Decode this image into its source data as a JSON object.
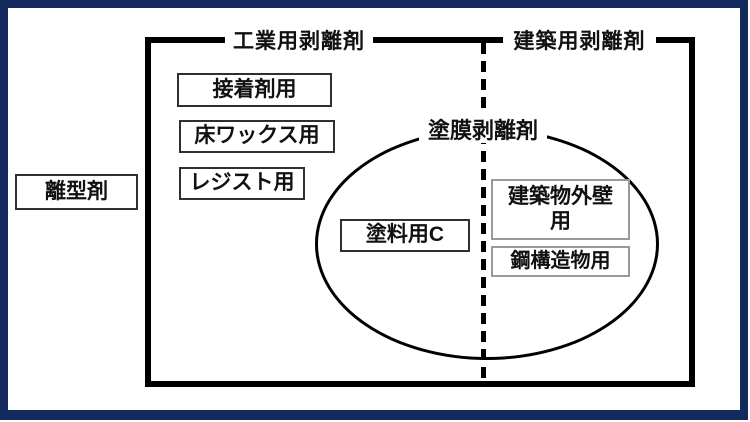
{
  "diagram": {
    "root_box": "離型剤",
    "top_left_label": "工業用剥離剤",
    "top_right_label": "建築用剥離剤",
    "ellipse_label": "塗膜剥離剤",
    "industrial_boxes": [
      "接着剤用",
      "床ワックス用",
      "レジスト用"
    ],
    "paint_box": "塗料用C",
    "architectural_boxes": [
      "建築物外壁用",
      "鋼構造物用"
    ]
  },
  "colors": {
    "frame": "#14295c",
    "line": "#000000",
    "background": "#ffffff",
    "box_border_dark": "#2f2f2f",
    "box_border_light": "#9a9a9a"
  }
}
